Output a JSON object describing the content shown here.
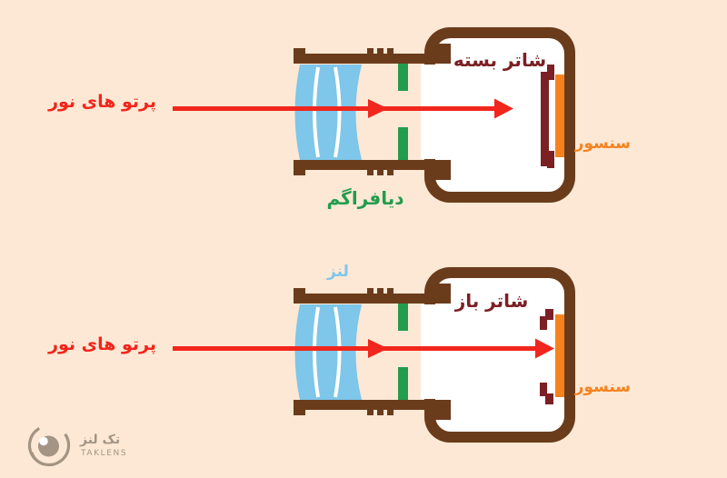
{
  "colors": {
    "background": "#FCE8D5",
    "body_brown": "#6B3C1C",
    "interior_white": "#FFFFFF",
    "lens_blue": "#7EC6EA",
    "diaphragm_green": "#239C4E",
    "ray_red": "#F1261C",
    "shutter_maroon": "#7B2025",
    "sensor_orange": "#F6821D",
    "logo_gray": "#A39484"
  },
  "diagram_top": {
    "ray_label": "پرتو های نور",
    "shutter_label": "شاتر بسته",
    "diaphragm_label": "دیافراگم",
    "sensor_label": "سنسور"
  },
  "diagram_bottom": {
    "ray_label": "پرتو های نور",
    "lens_label": "لنز",
    "shutter_label": "شاتر باز",
    "sensor_label": "سنسور"
  },
  "logo": {
    "name_fa": "تک لنز",
    "name_en": "TAKLENS"
  }
}
